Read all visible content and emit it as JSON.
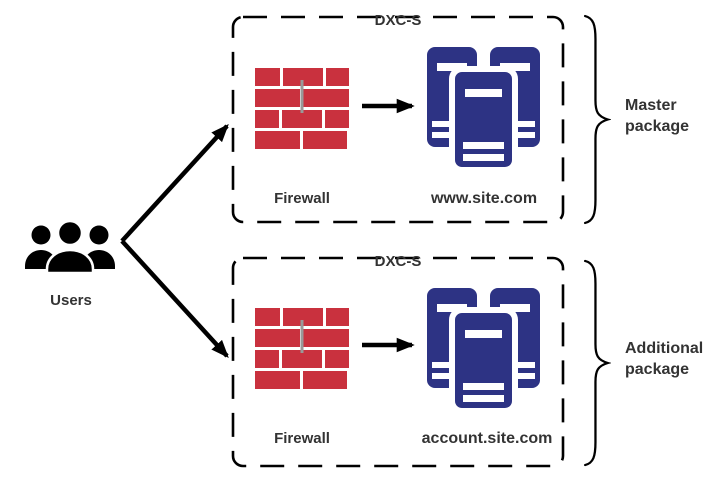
{
  "users": {
    "label": "Users"
  },
  "zones": [
    {
      "name": "DXC-S",
      "firewall": "Firewall",
      "server": "www.site.com",
      "package": {
        "line1": "Master",
        "line2": "package"
      }
    },
    {
      "name": "DXC-S",
      "firewall": "Firewall",
      "server": "account.site.com",
      "package": {
        "line1": "Additional",
        "line2": "package"
      }
    }
  ],
  "icons": {
    "users": "users-group-icon",
    "firewall": "brick-wall-icon",
    "server": "server-stack-icon",
    "brace": "curly-brace",
    "arrow": "black-arrow"
  },
  "colors": {
    "brick_red": "#C9313E",
    "server_navy": "#2D3384",
    "mortar_gray": "#999999",
    "line_black": "#000000",
    "text": "#333333",
    "background": "#FFFFFF"
  }
}
